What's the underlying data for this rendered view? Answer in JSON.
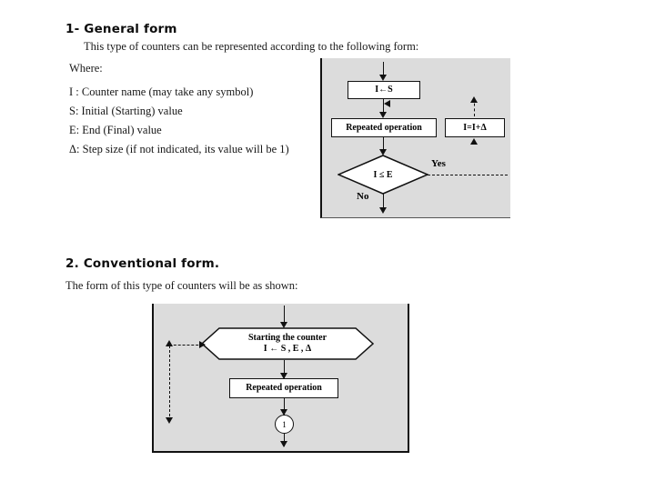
{
  "document": {
    "section1": {
      "heading": "1- General form",
      "intro": "This type of counters can be represented according to the following form:",
      "where_label": "Where:",
      "definitions": [
        "I : Counter name (may take any symbol)",
        "S: Initial (Starting) value",
        "E: End (Final) value",
        "Δ: Step size (if not indicated, its value will be 1)"
      ],
      "flowchart": {
        "init_box": "I←S",
        "operation_box": "Repeated operation",
        "increment_box": "I=I+Δ",
        "decision": "I ≤ E",
        "yes_label": "Yes",
        "no_label": "No"
      }
    },
    "section2": {
      "heading": "2. Conventional form.",
      "intro": "The form of this type of counters will be as shown:",
      "flowchart": {
        "start_hex_line1": "Starting the counter",
        "start_hex_line2": "I ← S , E , Δ",
        "operation_box": "Repeated operation",
        "connector": "1"
      }
    }
  },
  "colors": {
    "panel_background": "#dcdcdc",
    "node_fill": "#ffffff",
    "line": "#111111",
    "page_background": "#ffffff"
  }
}
